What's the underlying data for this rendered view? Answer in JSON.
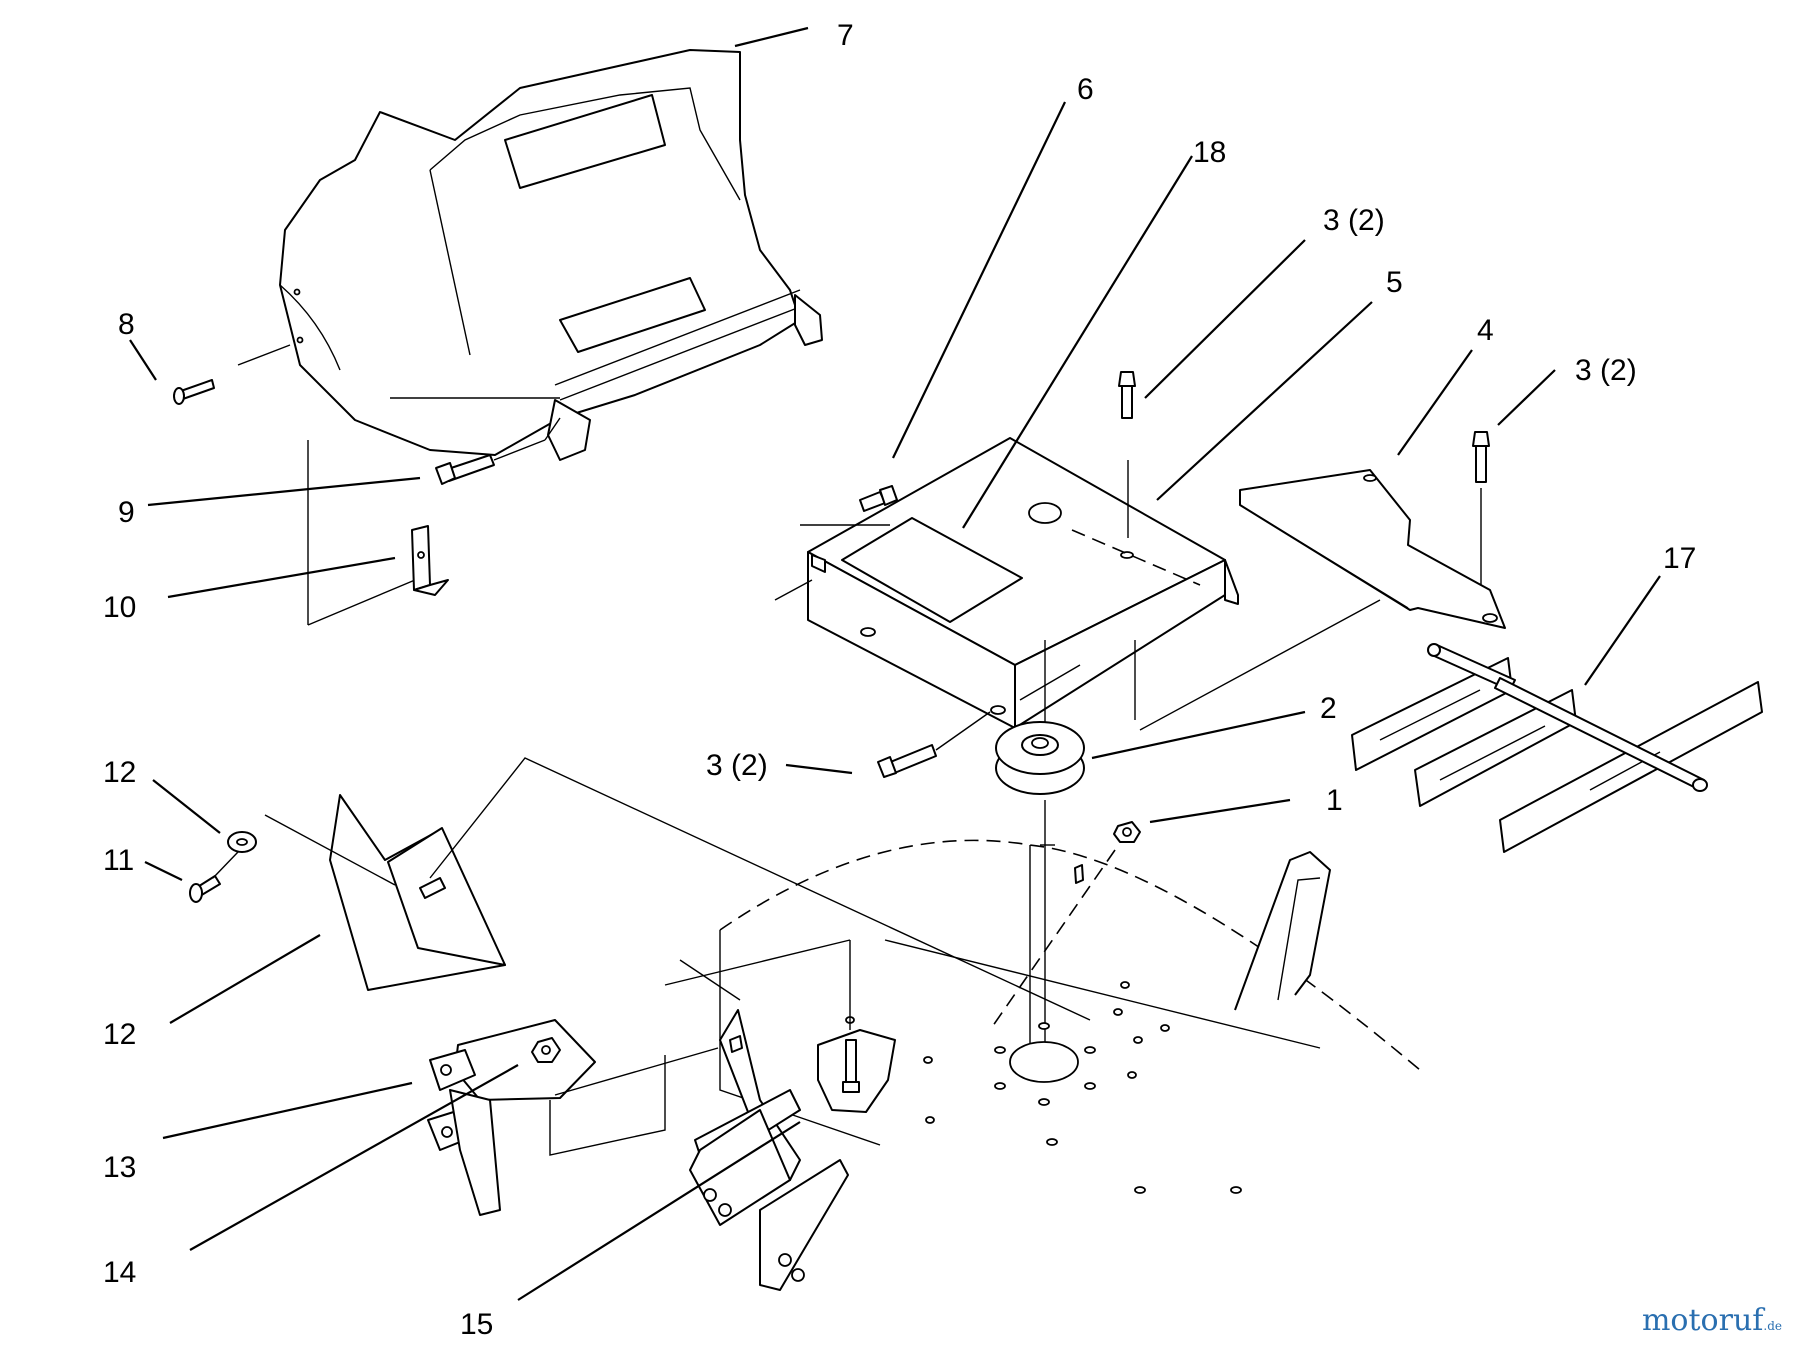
{
  "callouts": {
    "c1": "1",
    "c2": "2",
    "c3a": "3 (2)",
    "c3b": "3 (2)",
    "c3c": "3 (2)",
    "c4": "4",
    "c5": "5",
    "c6": "6",
    "c7": "7",
    "c8": "8",
    "c9": "9",
    "c10": "10",
    "c11": "11",
    "c12a": "12",
    "c12b": "12",
    "c13": "13",
    "c14": "14",
    "c15": "15",
    "c17": "17",
    "c18": "18"
  },
  "watermark": {
    "brand": "motoruf",
    "suffix": ".de",
    "color": "#2a6fb0"
  }
}
